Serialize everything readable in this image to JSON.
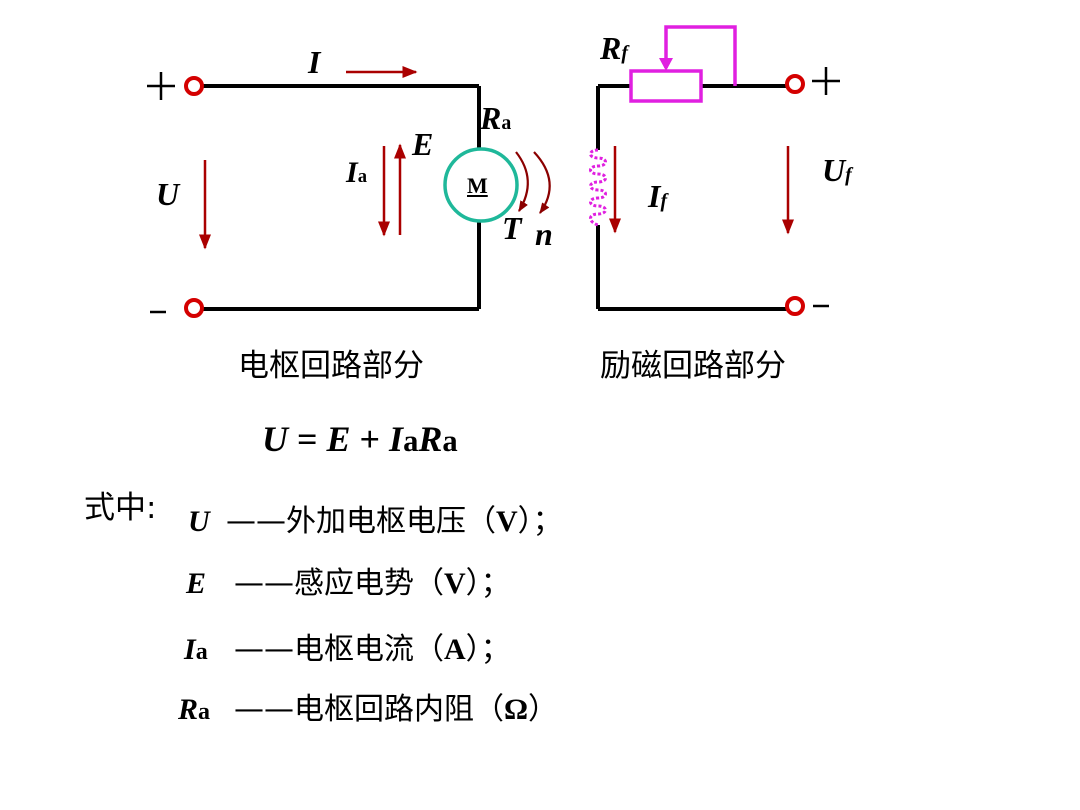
{
  "diagram": {
    "armature": {
      "plus": "+",
      "minus": "–",
      "current_I": "I",
      "voltage_U": "U",
      "emf_E": "E",
      "current_Ia": "I",
      "current_Ia_sub": "a",
      "resistance_R": "R",
      "resistance_R_sub": "a",
      "motor_label": "M",
      "torque_T": "T",
      "speed_n": "n",
      "section_label": "电枢回路部分"
    },
    "field": {
      "plus": "+",
      "minus": "–",
      "resistance_R": "R",
      "resistance_R_sub": "f",
      "current_I": "I",
      "current_I_sub": "f",
      "voltage_U": "U",
      "voltage_U_sub": "f",
      "section_label": "励磁回路部分"
    },
    "colors": {
      "wire": "#000000",
      "arrow": "#aa0000",
      "motor_circle": "#1fb89a",
      "rheostat": "#e020e0",
      "coil": "#e020e0",
      "terminal": "#d40000"
    }
  },
  "equation": {
    "U": "U",
    "eq": "=",
    "E": "E",
    "plus": "+",
    "I": "I",
    "I_sub": "a",
    "R": "R",
    "R_sub": "a"
  },
  "legend": {
    "prefix": "式中:",
    "rows": [
      {
        "symbol": "U",
        "sub": "",
        "dash": "——",
        "desc": "外加电枢电压（",
        "unit": "V",
        "end": "）；"
      },
      {
        "symbol": "E",
        "sub": "",
        "dash": "——",
        "desc": "感应电势（",
        "unit": "V",
        "end": "）；"
      },
      {
        "symbol": "I",
        "sub": "a",
        "dash": "——",
        "desc": "电枢电流（",
        "unit": "A",
        "end": "）；"
      },
      {
        "symbol": "R",
        "sub": "a",
        "dash": "——",
        "desc": "电枢回路内阻（",
        "unit": "Ω",
        "end": "）"
      }
    ]
  }
}
